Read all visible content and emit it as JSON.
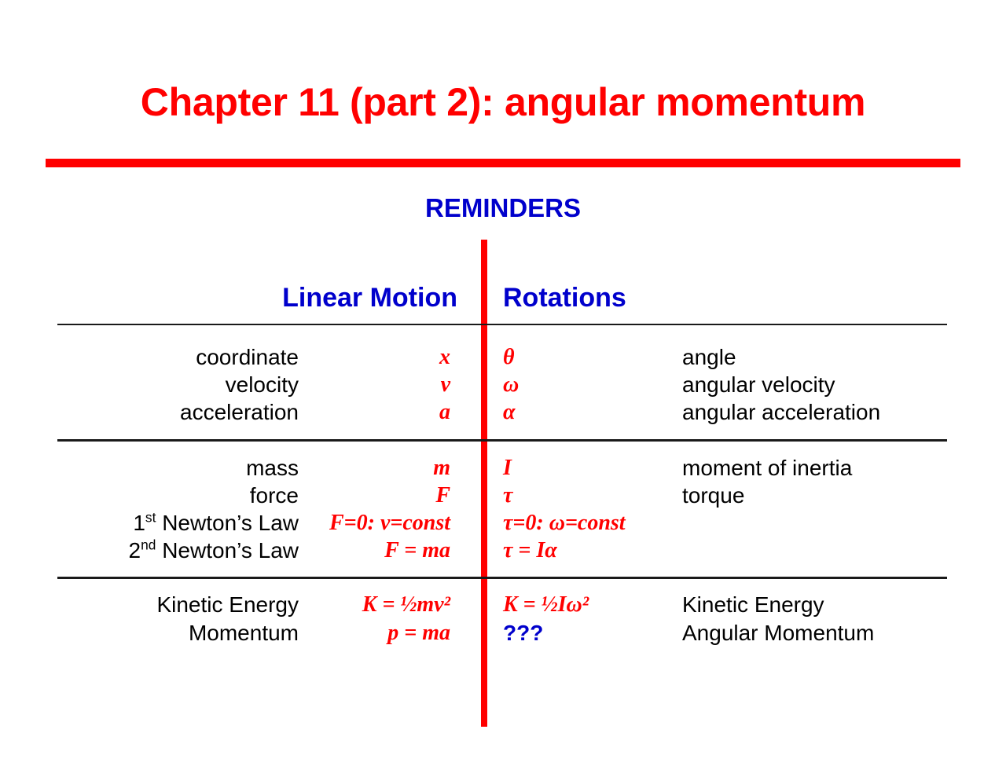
{
  "slide": {
    "title": "Chapter 11 (part 2): angular momentum",
    "section_heading": "REMINDERS",
    "colors": {
      "title_red": "#ff0000",
      "heading_blue": "#0000cc",
      "symbol_red": "#ff0000",
      "rule_black": "#1a1a1a",
      "unknown_blue": "#0000cc",
      "background": "#ffffff"
    }
  },
  "columns": {
    "linear_header": "Linear Motion",
    "rotational_header": "Rotations"
  },
  "blocks": [
    {
      "id": "kinematics",
      "rows": [
        {
          "linear_label": "coordinate",
          "linear_symbol": "x",
          "rotational_symbol": "θ",
          "rotational_label": "angle"
        },
        {
          "linear_label": "velocity",
          "linear_symbol": "v",
          "rotational_symbol": "ω",
          "rotational_label": "angular velocity"
        },
        {
          "linear_label": "acceleration",
          "linear_symbol": "a",
          "rotational_symbol": "α",
          "rotational_label": "angular acceleration"
        }
      ]
    },
    {
      "id": "dynamics",
      "rows": [
        {
          "linear_label": "mass",
          "linear_symbol": "m",
          "rotational_symbol": "I",
          "rotational_label": "moment of inertia"
        },
        {
          "linear_label": "force",
          "linear_symbol": "F",
          "rotational_symbol": "τ",
          "rotational_label": "torque"
        },
        {
          "linear_label": "1st  Newton’s Law",
          "linear_label_prefix": "1",
          "linear_label_sup": "st",
          "linear_label_rest": "  Newton’s Law",
          "linear_symbol": "F=0: v=const",
          "rotational_symbol": "τ=0: ω=const",
          "rotational_label": ""
        },
        {
          "linear_label": "2nd Newton’s Law",
          "linear_label_prefix": "2",
          "linear_label_sup": "nd",
          "linear_label_rest": " Newton’s Law",
          "linear_symbol": "F = ma",
          "rotational_symbol": "τ = Iα",
          "rotational_label": ""
        }
      ]
    },
    {
      "id": "energy-momentum",
      "rows": [
        {
          "linear_label": "Kinetic Energy",
          "linear_symbol": "K = ½mv²",
          "rotational_symbol": "K = ½Iω²",
          "rotational_label": "Kinetic Energy"
        },
        {
          "linear_label": "Momentum",
          "linear_symbol": "p = ma",
          "rotational_symbol": "???",
          "rotational_label": "Angular Momentum"
        }
      ]
    }
  ]
}
